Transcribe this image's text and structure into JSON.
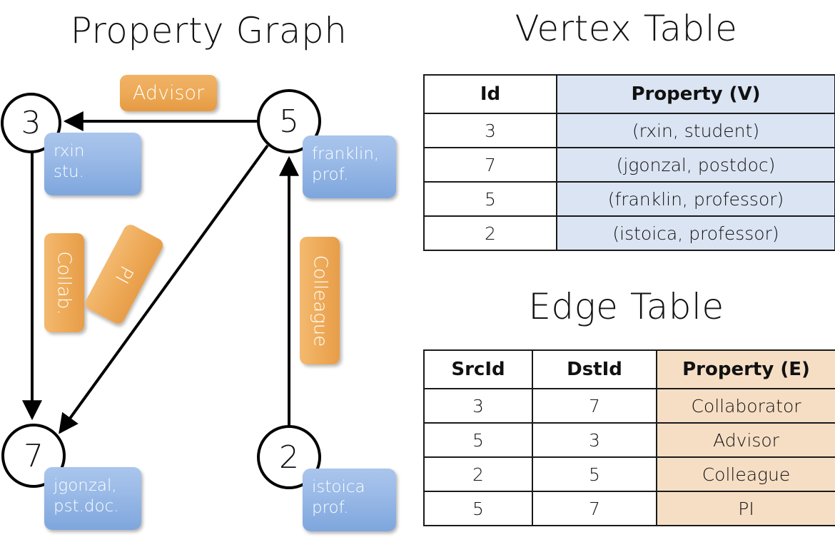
{
  "titles": {
    "property_graph": "Property Graph",
    "vertex_table": "Vertex Table",
    "edge_table": "Edge Table"
  },
  "graph": {
    "nodes": [
      {
        "id": "3",
        "property_lines": [
          "rxin",
          "stu."
        ]
      },
      {
        "id": "5",
        "property_lines": [
          "franklin,",
          "prof."
        ]
      },
      {
        "id": "7",
        "property_lines": [
          "jgonzal,",
          "pst.doc."
        ]
      },
      {
        "id": "2",
        "property_lines": [
          "istoica",
          "prof."
        ]
      }
    ],
    "edge_labels": {
      "advisor": "Advisor",
      "collab": "Collab.",
      "pi": "PI",
      "colleague": "Colleague"
    },
    "edges": [
      {
        "from": "5",
        "to": "3",
        "label": "Advisor"
      },
      {
        "from": "3",
        "to": "7",
        "label": "Collab."
      },
      {
        "from": "5",
        "to": "7",
        "label": "PI"
      },
      {
        "from": "2",
        "to": "5",
        "label": "Colleague"
      }
    ]
  },
  "vertex_table": {
    "headers": [
      "Id",
      "Property (V)"
    ],
    "rows": [
      {
        "id": "3",
        "property": "(rxin, student)"
      },
      {
        "id": "7",
        "property": "(jgonzal, postdoc)"
      },
      {
        "id": "5",
        "property": "(franklin, professor)"
      },
      {
        "id": "2",
        "property": "(istoica, professor)"
      }
    ]
  },
  "edge_table": {
    "headers": [
      "SrcId",
      "DstId",
      "Property (E)"
    ],
    "rows": [
      {
        "src": "3",
        "dst": "7",
        "property": "Collaborator"
      },
      {
        "src": "5",
        "dst": "3",
        "property": "Advisor"
      },
      {
        "src": "2",
        "dst": "5",
        "property": "Colleague"
      },
      {
        "src": "5",
        "dst": "7",
        "property": "PI"
      }
    ]
  },
  "colors": {
    "vertex_property_fill": "#dbe4f3",
    "edge_property_fill": "#f6dec5",
    "node_box_blue": "#9dbce8",
    "edge_label_orange": "#eeab58",
    "stroke": "#000000"
  }
}
